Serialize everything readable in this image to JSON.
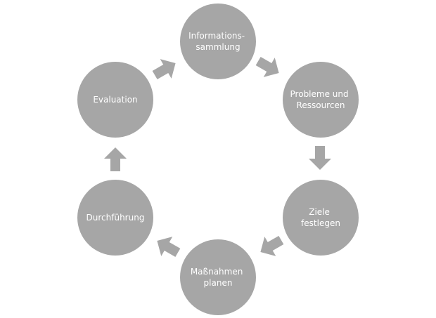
{
  "diagram": {
    "type": "cycle",
    "colors": {
      "node": "#a6a6a6",
      "arrow": "#a6a6a6",
      "text": "#ffffff",
      "background": "#ffffff"
    },
    "nodes": [
      {
        "id": "informationssammlung",
        "lines": [
          "Informations-",
          "sammlung"
        ]
      },
      {
        "id": "probleme-und-ressourcen",
        "lines": [
          "Probleme und",
          "Ressourcen"
        ]
      },
      {
        "id": "ziele-festlegen",
        "lines": [
          "Ziele",
          "festlegen"
        ]
      },
      {
        "id": "massnahmen-planen",
        "lines": [
          "Maßnahmen",
          "planen"
        ]
      },
      {
        "id": "durchfuehrung",
        "lines": [
          "Durchführung"
        ]
      },
      {
        "id": "evaluation",
        "lines": [
          "Evaluation"
        ]
      }
    ],
    "edges": [
      {
        "from": "informationssammlung",
        "to": "probleme-und-ressourcen"
      },
      {
        "from": "probleme-und-ressourcen",
        "to": "ziele-festlegen"
      },
      {
        "from": "ziele-festlegen",
        "to": "massnahmen-planen"
      },
      {
        "from": "massnahmen-planen",
        "to": "durchfuehrung"
      },
      {
        "from": "durchfuehrung",
        "to": "evaluation"
      },
      {
        "from": "evaluation",
        "to": "informationssammlung"
      }
    ]
  }
}
